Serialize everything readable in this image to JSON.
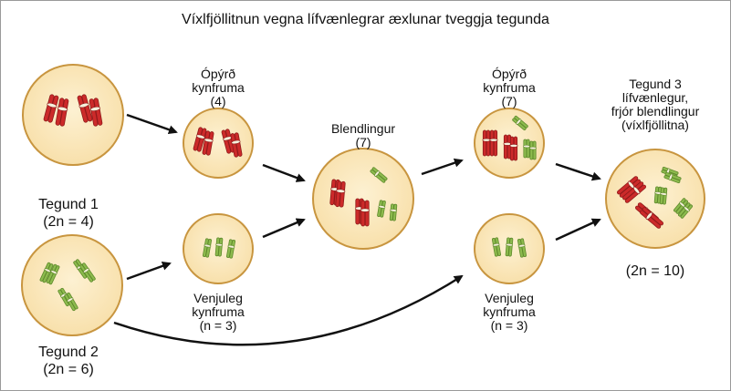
{
  "title": "Víxlfjöllitnun vegna lífvænlegrar æxlunar tveggja tegunda",
  "species1": {
    "name": "Tegund 1",
    "ploidy": "(2n = 4)"
  },
  "species2": {
    "name": "Tegund 2",
    "ploidy": "(2n = 6)"
  },
  "unreduced_gamete_1": {
    "line1": "Óрýrð",
    "line2": "kynfruma",
    "count": "(4)"
  },
  "normal_gamete_1": {
    "line1": "Venjuleg",
    "line2": "kynfruma",
    "count": "(n = 3)"
  },
  "hybrid": {
    "name": "Blendlingur",
    "count": "(7)"
  },
  "unreduced_gamete_2": {
    "line1": "Óрýrð",
    "line2": "kynfruma",
    "count": "(7)"
  },
  "normal_gamete_2": {
    "line1": "Venjuleg",
    "line2": "kynfruma",
    "count": "(n = 3)"
  },
  "species3": {
    "line1": "Tegund 3",
    "line2": "lífvænlegur,",
    "line3": "frjór blendlingur",
    "line4": "(víxlfjöllitna)",
    "ploidy": "(2n = 10)"
  },
  "colors": {
    "cell_fill": "#fbe8bd",
    "cell_border": "#c8953f",
    "chromosome_red": "#cc2a2a",
    "chromosome_green": "#8dbb4e",
    "arrow": "#111111"
  }
}
